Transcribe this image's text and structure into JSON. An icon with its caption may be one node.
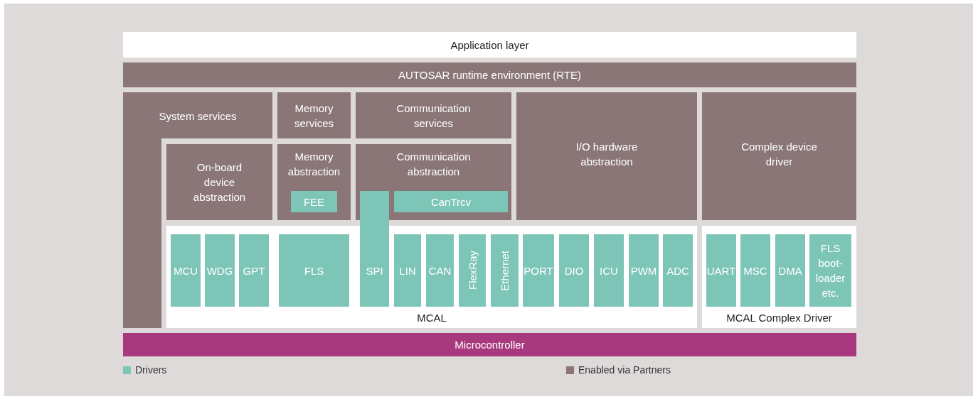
{
  "diagram": {
    "nodes": [
      {
        "text": [
          "Application layer"
        ]
      },
      {
        "text": [
          "AUTOSAR runtime environment (RTE)"
        ]
      },
      {
        "text": [
          "System services"
        ]
      },
      {
        "text": [
          "Memory services"
        ]
      },
      {
        "text": [
          "Communication services"
        ]
      },
      {
        "text": [
          "I/O hardware abstraction"
        ]
      },
      {
        "text": [
          "Complex device driver"
        ]
      },
      {
        "text": [
          "On-board device abstraction"
        ]
      },
      {
        "text": [
          "Memory abstraction"
        ]
      },
      {
        "text": [
          "FEE"
        ],
        "in": 8
      },
      {
        "text": [
          "Communication abstraction"
        ]
      },
      {
        "text": [
          "CanTrcv"
        ],
        "in": 10
      },
      {
        "text": [
          "MCAL"
        ]
      },
      {
        "text": [
          "MCU"
        ],
        "in": 12
      },
      {
        "text": [
          "WDG"
        ],
        "in": 12
      },
      {
        "text": [
          "GPT"
        ],
        "in": 12
      },
      {
        "text": [
          "FLS"
        ],
        "in": 12
      },
      {
        "text": [
          "SPI"
        ]
      },
      {
        "text": [
          "LIN"
        ],
        "in": 12
      },
      {
        "text": [
          "CAN"
        ],
        "in": 12
      },
      {
        "text": [
          "FlexRay"
        ],
        "in": 12
      },
      {
        "text": [
          "Ethernet"
        ],
        "in": 12
      },
      {
        "text": [
          "PORT"
        ],
        "in": 12
      },
      {
        "text": [
          "DIO"
        ],
        "in": 12
      },
      {
        "text": [
          "ICU"
        ],
        "in": 12
      },
      {
        "text": [
          "PWM"
        ],
        "in": 12
      },
      {
        "text": [
          "ADC"
        ],
        "in": 12
      },
      {
        "text": [
          "MCAL Complex Driver"
        ]
      },
      {
        "text": [
          "UART"
        ],
        "in": 27
      },
      {
        "text": [
          "MSC"
        ],
        "in": 27
      },
      {
        "text": [
          "DMA"
        ],
        "in": 27
      },
      {
        "text": [
          "FLS boot-loader etc."
        ],
        "in": 27
      },
      {
        "text": [
          "Microcontroller"
        ]
      }
    ],
    "legend": [
      {
        "text": "Drivers",
        "color": "#7dc5b7"
      },
      {
        "text": "Enabled via Partners",
        "color": "#8a7677"
      }
    ]
  }
}
